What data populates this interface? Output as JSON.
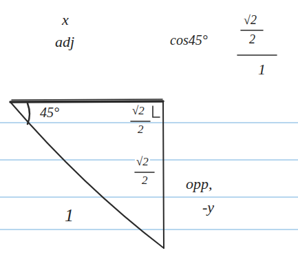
{
  "diagram": {
    "labels": [
      "x",
      "adj",
      "cos45°",
      "√2",
      "2",
      "1",
      "45°",
      "√2",
      "2",
      "√2",
      "2",
      "opp,",
      "-y",
      "1"
    ]
  }
}
